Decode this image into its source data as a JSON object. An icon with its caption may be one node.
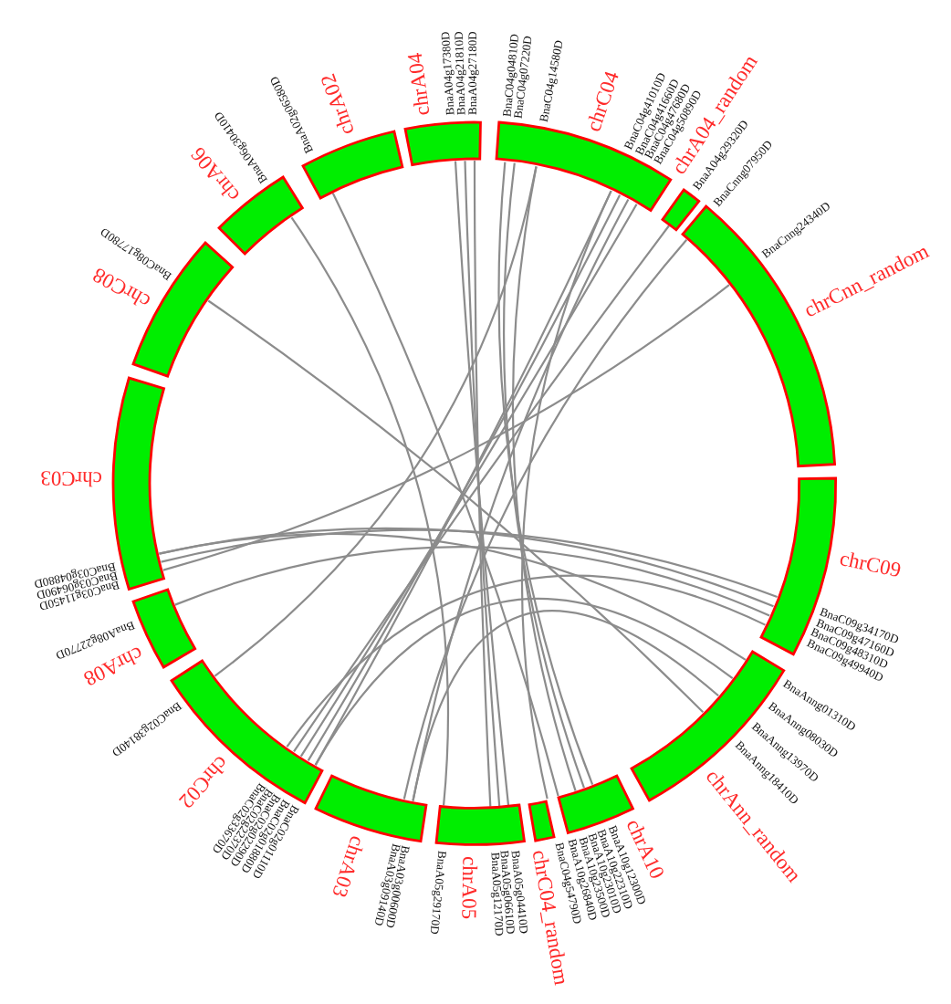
{
  "diagram": {
    "nodes": [
      {
        "text": [
          "chrA04"
        ],
        "beside": [
          "BnaA04g17380D",
          "BnaA04g21810D",
          "BnaA04g27180D"
        ]
      },
      {
        "text": [
          "chrC04"
        ],
        "beside": [
          "BnaC04g04810D",
          "BnaC04g07220D",
          "BnaC04g14580D",
          "BnaC04g41010D",
          "BnaC04g41660D",
          "BnaC04g47680D",
          "BnaC04g50890D"
        ]
      },
      {
        "text": [
          "chrA04_random"
        ],
        "beside": [
          "BnaA04g29320D"
        ]
      },
      {
        "text": [
          "chrCnn_random"
        ],
        "beside": [
          "BnaCnng07950D",
          "BnaCnng24340D"
        ]
      },
      {
        "text": [
          "chrC09"
        ],
        "beside": [
          "BnaC09g34170D",
          "BnaC09g47160D",
          "BnaC09g48310D",
          "BnaC09g49940D"
        ]
      },
      {
        "text": [
          "chrAnn_random"
        ],
        "beside": [
          "BnaAnng01310D",
          "BnaAnng08030D",
          "BnaAnng13970D",
          "BnaAnng18410D"
        ]
      },
      {
        "text": [
          "chrA10"
        ],
        "beside": [
          "BnaA10g12300D",
          "BnaA10g22310D",
          "BnaA10g23010D",
          "BnaA10g23500D",
          "BnaA10g26840D"
        ]
      },
      {
        "text": [
          "chrC04_random"
        ],
        "beside": [
          "BnaC04g54790D"
        ]
      },
      {
        "text": [
          "chrA05"
        ],
        "beside": [
          "BnaA05g04410D",
          "BnaA05g06610D",
          "BnaA05g12170D",
          "BnaA05g29170D"
        ]
      },
      {
        "text": [
          "chrA03"
        ],
        "beside": [
          "BnaA03g00600D",
          "BnaA03g09140D"
        ]
      },
      {
        "text": [
          "chrC02"
        ],
        "beside": [
          "BnaC02g01110D",
          "BnaC02g01880D",
          "BnaC02g02290D",
          "BnaC02g22370D",
          "BnaC02g33670D",
          "BnaC02g38140D"
        ]
      },
      {
        "text": [
          "chrA08"
        ],
        "beside": [
          "BnaA08g22770D"
        ]
      },
      {
        "text": [
          "chrC03"
        ],
        "beside": [
          "BnaC03g11450D",
          "BnaC03g06490D",
          "BnaC03g04880D"
        ]
      },
      {
        "text": [
          "chrC08"
        ],
        "beside": [
          "BnaC08g17780D"
        ]
      },
      {
        "text": [
          "chrA06"
        ],
        "beside": [
          "BnaA06g30410D"
        ]
      },
      {
        "text": [
          "chrA02"
        ],
        "beside": [
          "BnaA02g06580D"
        ]
      }
    ],
    "edges": [
      {
        "from": 0,
        "to": 8,
        "arrow": "none"
      },
      {
        "from": 0,
        "to": 8,
        "arrow": "none"
      },
      {
        "from": 0,
        "to": 8,
        "arrow": "none"
      },
      {
        "from": 1,
        "to": 6,
        "arrow": "none"
      },
      {
        "from": 1,
        "to": 6,
        "arrow": "none"
      },
      {
        "from": 1,
        "to": 6,
        "arrow": "none"
      },
      {
        "from": 1,
        "to": 10,
        "arrow": "none"
      },
      {
        "from": 1,
        "to": 10,
        "arrow": "none"
      },
      {
        "from": 1,
        "to": 9,
        "arrow": "none"
      },
      {
        "from": 1,
        "to": 10,
        "arrow": "none"
      },
      {
        "from": 2,
        "to": 10,
        "arrow": "none"
      },
      {
        "from": 3,
        "to": 9,
        "arrow": "none"
      },
      {
        "from": 3,
        "to": 12,
        "arrow": "none"
      },
      {
        "from": 4,
        "to": 12,
        "arrow": "none"
      },
      {
        "from": 4,
        "to": 12,
        "arrow": "none"
      },
      {
        "from": 4,
        "to": 11,
        "arrow": "none"
      },
      {
        "from": 4,
        "to": 10,
        "arrow": "none"
      },
      {
        "from": 5,
        "to": 12,
        "arrow": "none"
      },
      {
        "from": 5,
        "to": 10,
        "arrow": "none"
      },
      {
        "from": 5,
        "to": 9,
        "arrow": "none"
      },
      {
        "from": 5,
        "to": 13,
        "arrow": "none"
      },
      {
        "from": 7,
        "to": 1,
        "arrow": "none"
      },
      {
        "from": 6,
        "to": 15,
        "arrow": "none"
      },
      {
        "from": 8,
        "to": 14,
        "arrow": "none"
      },
      {
        "from": 10,
        "to": 1,
        "arrow": "none"
      }
    ]
  }
}
